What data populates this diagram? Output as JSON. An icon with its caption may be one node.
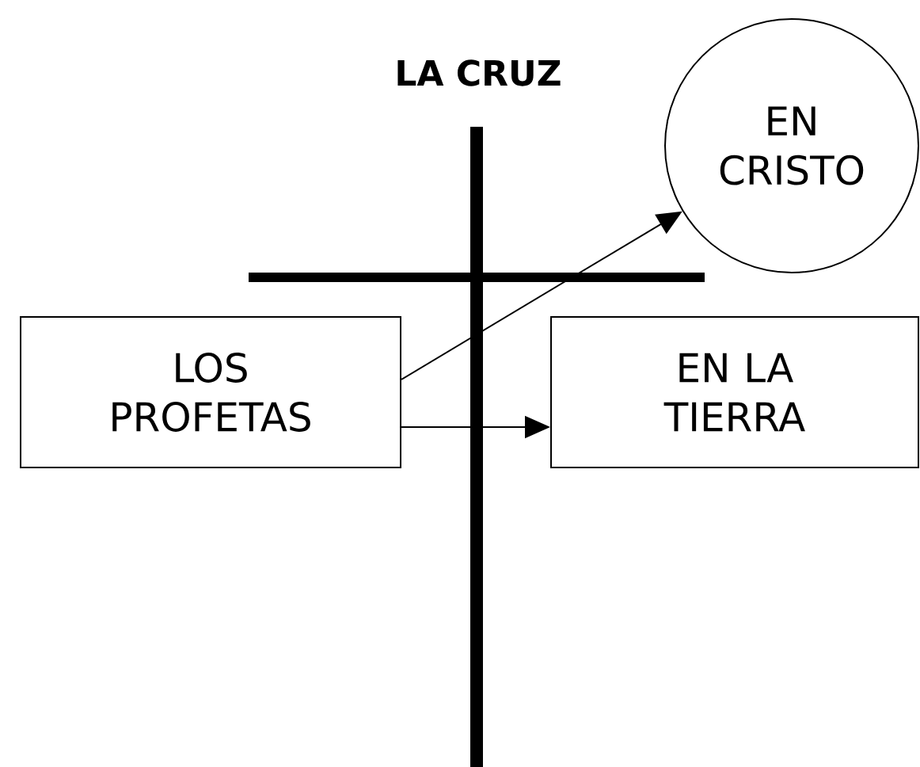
{
  "diagram": {
    "title": "LA CRUZ",
    "nodes": [
      {
        "text": [
          "LOS PROFETAS"
        ]
      },
      {
        "text": [
          "EN CRISTO"
        ]
      },
      {
        "text": [
          "EN LA TIERRA"
        ]
      }
    ],
    "edges": [
      {
        "from": 0,
        "to": 1,
        "arrow": "to"
      },
      {
        "from": 0,
        "to": 2,
        "arrow": "to"
      }
    ]
  }
}
